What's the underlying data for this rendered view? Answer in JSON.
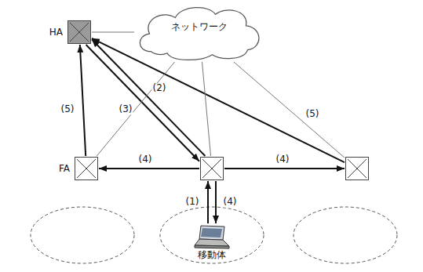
{
  "diagram": {
    "nodes": [
      {
        "text": [
          "HA"
        ]
      },
      {
        "text": [
          "ネットワーク"
        ]
      },
      {
        "text": [
          "FA"
        ]
      },
      {
        "text": []
      },
      {
        "text": []
      },
      {
        "text": [
          "移動体"
        ]
      }
    ],
    "edges": [
      {
        "from": 5,
        "to": 3,
        "arrow": "to",
        "label": "(1)"
      },
      {
        "from": 3,
        "to": 0,
        "arrow": "to",
        "label": "(2)"
      },
      {
        "from": 0,
        "to": 3,
        "arrow": "to",
        "label": "(3)"
      },
      {
        "from": 3,
        "to": 5,
        "arrow": "to",
        "label": "(4)"
      },
      {
        "from": 3,
        "to": 2,
        "arrow": "to",
        "label": "(4)"
      },
      {
        "from": 3,
        "to": 4,
        "arrow": "to",
        "label": "(4)"
      },
      {
        "from": 2,
        "to": 0,
        "arrow": "to",
        "label": "(5)"
      },
      {
        "from": 4,
        "to": 0,
        "arrow": "to",
        "label": "(5)"
      },
      {
        "from": 0,
        "to": 1,
        "arrow": "none"
      },
      {
        "from": 2,
        "to": 1,
        "arrow": "none"
      },
      {
        "from": 3,
        "to": 1,
        "arrow": "none"
      },
      {
        "from": 4,
        "to": 1,
        "arrow": "none"
      }
    ]
  }
}
